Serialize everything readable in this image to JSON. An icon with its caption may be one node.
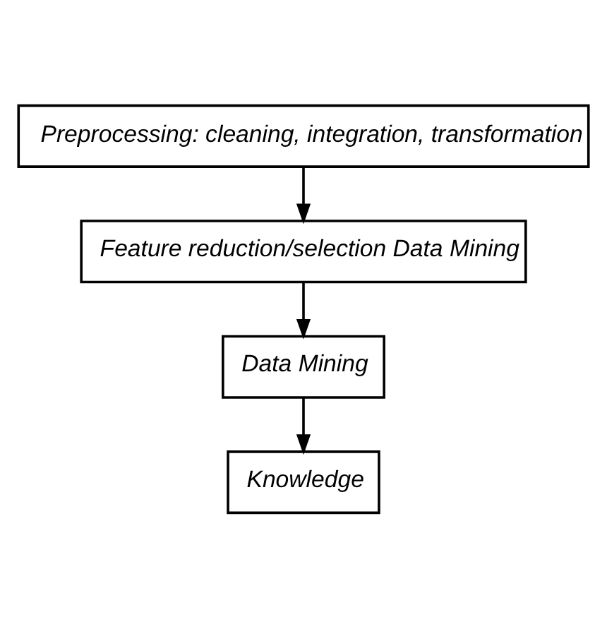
{
  "diagram": {
    "nodes": [
      {
        "text": [
          "Preprocessing: cleaning, integration, transformation"
        ]
      },
      {
        "text": [
          "Feature reduction/selection Data Mining"
        ]
      },
      {
        "text": [
          "Data Mining"
        ]
      },
      {
        "text": [
          "Knowledge"
        ]
      }
    ],
    "edges": [
      {
        "from": 0,
        "to": 1,
        "arrow": "to"
      },
      {
        "from": 1,
        "to": 2,
        "arrow": "to"
      },
      {
        "from": 2,
        "to": 3,
        "arrow": "to"
      }
    ]
  }
}
